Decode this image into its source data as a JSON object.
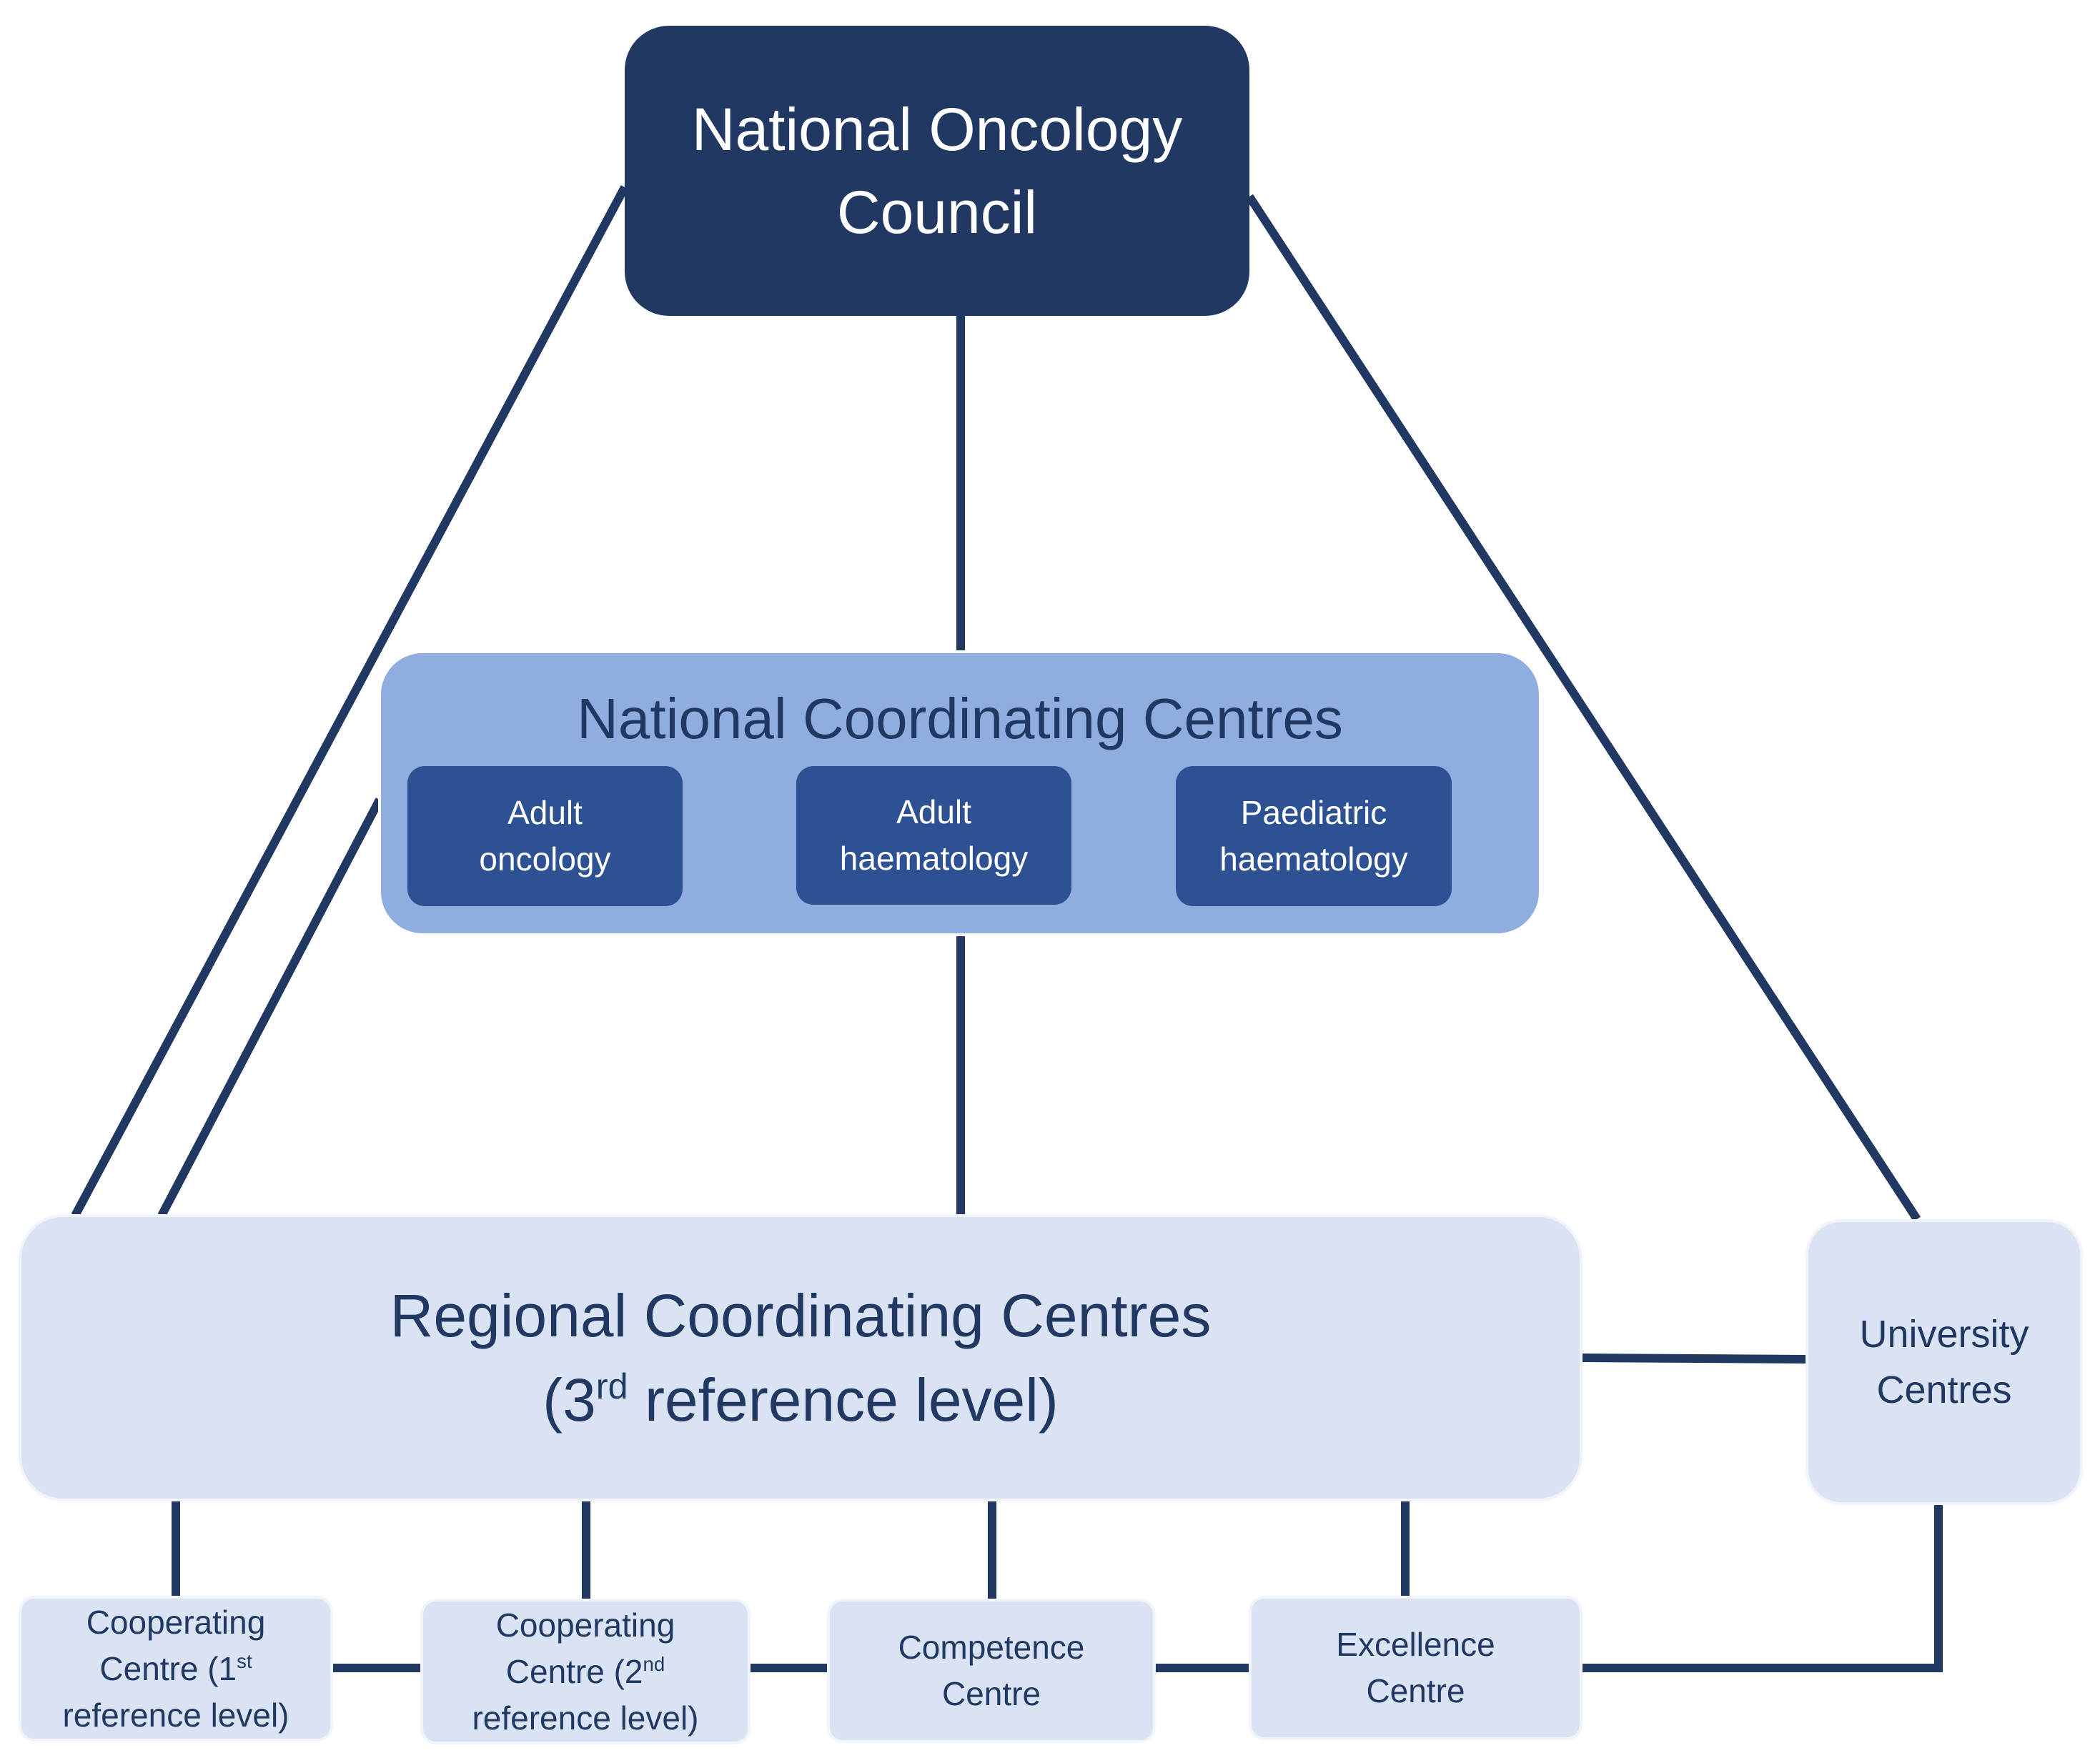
{
  "council": {
    "line1": "National Oncology",
    "line2": "Council"
  },
  "national_coordinating": {
    "title": "National Coordinating Centres",
    "units": [
      {
        "line1": "Adult",
        "line2": "oncology"
      },
      {
        "line1": "Adult",
        "line2": "haematology"
      },
      {
        "line1": "Paediatric",
        "line2": "haematology"
      }
    ]
  },
  "regional": {
    "line1": "Regional Coordinating Centres",
    "line2_pre": "(3",
    "line2_sup": "rd",
    "line2_post": " reference level)"
  },
  "university": {
    "line1": "University",
    "line2": "Centres"
  },
  "cooperating_1": {
    "line1": "Cooperating",
    "line2_pre": "Centre (1",
    "line2_sup": "st",
    "line3": "reference  level)"
  },
  "cooperating_2": {
    "line1": "Cooperating",
    "line2_pre": "Centre (2",
    "line2_sup": "nd",
    "line3": "reference  level)"
  },
  "competence": {
    "line1": "Competence",
    "line2": "Centre"
  },
  "excellence": {
    "line1": "Excellence",
    "line2": "Centre"
  },
  "colors": {
    "dark_navy": "#213862",
    "mid_blue": "#2E5193",
    "light_blue": "#8FADDE",
    "pale_blue": "#DAE3F3",
    "connector": "#213862"
  }
}
